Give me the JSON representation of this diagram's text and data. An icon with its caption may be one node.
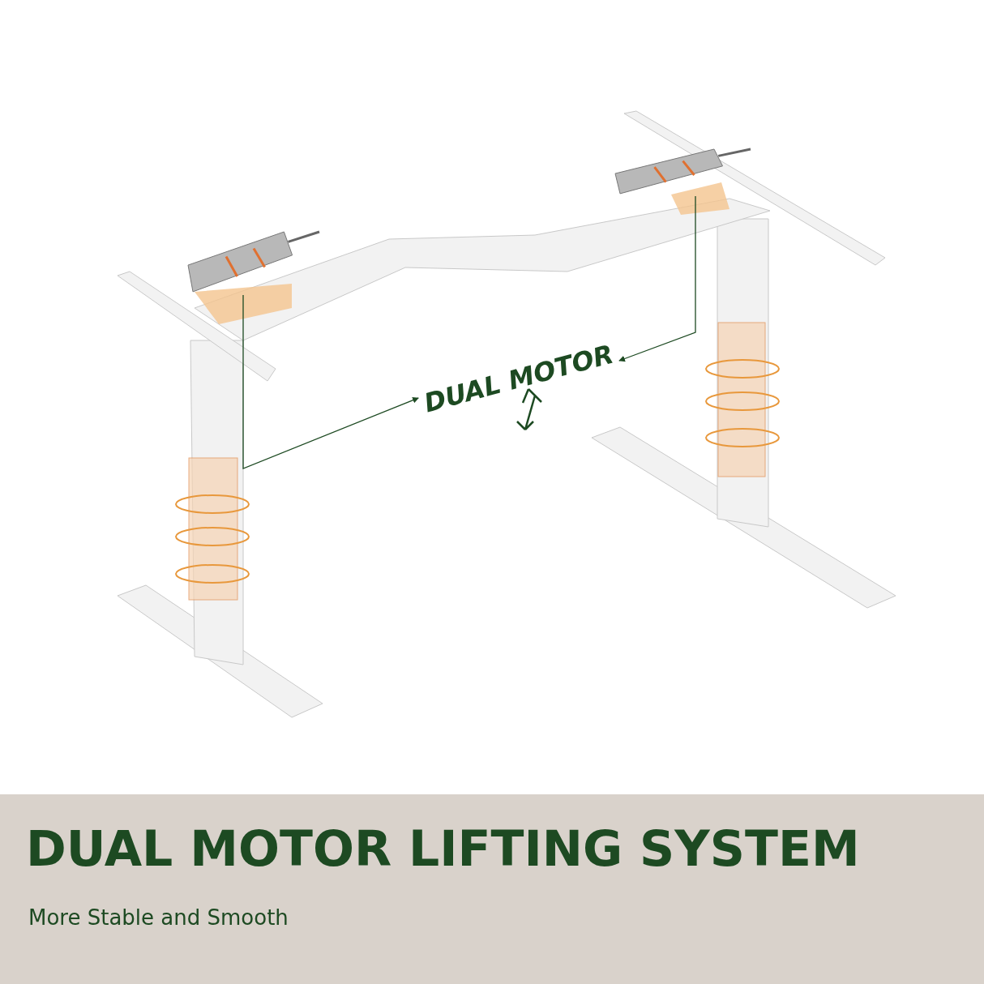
{
  "diagram": {
    "title": "DUAL MOTOR LIFTING SYSTEM",
    "nodes": [
      {
        "text": [
          "DUAL MOTOR"
        ]
      },
      {
        "text": [],
        "shape": "picture"
      },
      {
        "text": [],
        "shape": "picture"
      }
    ],
    "edges": [
      {
        "from": 1,
        "to": 0,
        "arrow": "to"
      },
      {
        "from": 2,
        "to": 0,
        "arrow": "to"
      }
    ],
    "labels": [
      "More Stable and Smooth"
    ]
  }
}
